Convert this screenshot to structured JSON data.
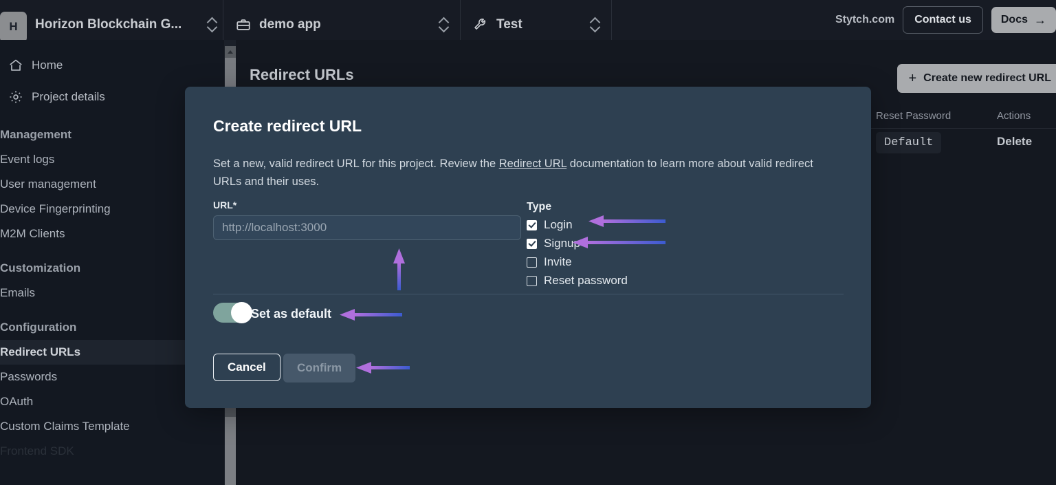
{
  "topbar": {
    "project_initial": "H",
    "project_name": "Horizon Blockchain G...",
    "app_name": "demo app",
    "env_name": "Test",
    "site_link": "Stytch.com",
    "contact_label": "Contact us",
    "docs_label": "Docs",
    "docs_arrow": "→",
    "icons": {
      "app": "briefcase-icon",
      "env": "wrench-icon",
      "selector": "chevron-updown-icon"
    }
  },
  "sidebar": {
    "top_items": [
      {
        "label": "Home",
        "icon": "home-icon"
      },
      {
        "label": "Project details",
        "icon": "gear-icon"
      }
    ],
    "groups": [
      {
        "title": "Management",
        "items": [
          "Event logs",
          "User management",
          "Device Fingerprinting",
          "M2M Clients"
        ]
      },
      {
        "title": "Customization",
        "items": [
          "Emails"
        ]
      },
      {
        "title": "Configuration",
        "items": [
          "Redirect URLs",
          "Passwords",
          "OAuth",
          "Custom Claims Template",
          "Frontend SDK"
        ]
      }
    ],
    "active_item": "Redirect URLs"
  },
  "main": {
    "page_title": "Redirect URLs",
    "create_button": "Create new redirect URL",
    "create_button_icon": "plus-icon",
    "table": {
      "headers": [
        "Reset Password",
        "Actions"
      ],
      "rows": [
        {
          "reset_password": "Default",
          "actions": "Delete"
        }
      ]
    }
  },
  "modal": {
    "title": "Create redirect URL",
    "description_part1": "Set a new, valid redirect URL for this project. Review the ",
    "description_link": "Redirect URL",
    "description_part2": " documentation to learn more about valid redirect URLs and their uses.",
    "url_field": {
      "label": "URL*",
      "value": "",
      "placeholder": "http://localhost:3000"
    },
    "type": {
      "label": "Type",
      "options": [
        {
          "label": "Login",
          "checked": true
        },
        {
          "label": "Signup",
          "checked": true
        },
        {
          "label": "Invite",
          "checked": false
        },
        {
          "label": "Reset password",
          "checked": false
        }
      ]
    },
    "toggle": {
      "label": "Set as default",
      "on": true
    },
    "cancel_label": "Cancel",
    "confirm_label": "Confirm",
    "confirm_disabled": true
  },
  "annotations": {
    "arrow_color_head": "#a濾",
    "arrow_head_hex": "#a76fd4",
    "arrow_tail_hex": "#3b5bd0",
    "targets": [
      "url-input",
      "login-checkbox",
      "signup-checkbox",
      "set-as-default-toggle",
      "confirm-button"
    ]
  },
  "colors": {
    "page_background": "#141820",
    "sidebar_background": "#131821",
    "topbar_background": "#171b24",
    "modal_background": "#2e4051",
    "accent_button": "#a9abae",
    "toggle_on": "#7fa49d"
  }
}
